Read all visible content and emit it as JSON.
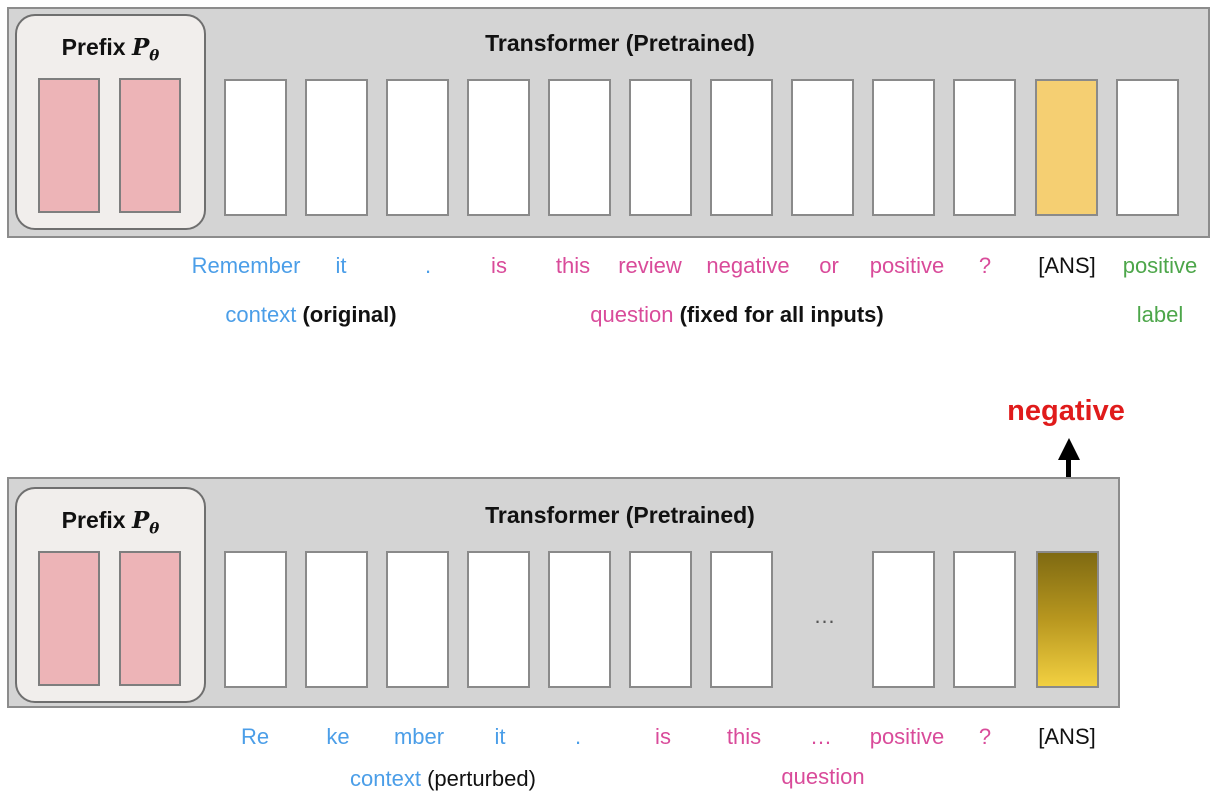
{
  "top_panel": {
    "prefix_title": "Prefix",
    "prefix_symbol": "P",
    "prefix_subscript": "θ",
    "title": "Transformer (Pretrained)",
    "tokens": [
      "Remember",
      "it",
      ".",
      "is",
      "this",
      "review",
      "negative",
      "or",
      "positive",
      "?",
      "[ANS]",
      "positive"
    ],
    "context_word": "context",
    "context_note": "(original)",
    "question_word": "question",
    "question_note": "(fixed for all inputs)",
    "label_word": "label"
  },
  "bottom_panel": {
    "prefix_title": "Prefix",
    "prefix_symbol": "P",
    "prefix_subscript": "θ",
    "title": "Transformer (Pretrained)",
    "cell_ellipsis": "…",
    "tokens": [
      "Re",
      "ke",
      "mber",
      "it",
      ".",
      "is",
      "this",
      "…",
      "positive",
      "?",
      "[ANS]"
    ],
    "context_word": "context",
    "context_note": "(perturbed)",
    "question_word": "question",
    "prediction": "negative"
  },
  "colors": {
    "context": "#4b9ee8",
    "question": "#d94b9a",
    "label": "#4da64a",
    "prediction": "#e01b1b",
    "prefix_cell": "#edb4b7",
    "ans_cell": "#f5cf72"
  }
}
